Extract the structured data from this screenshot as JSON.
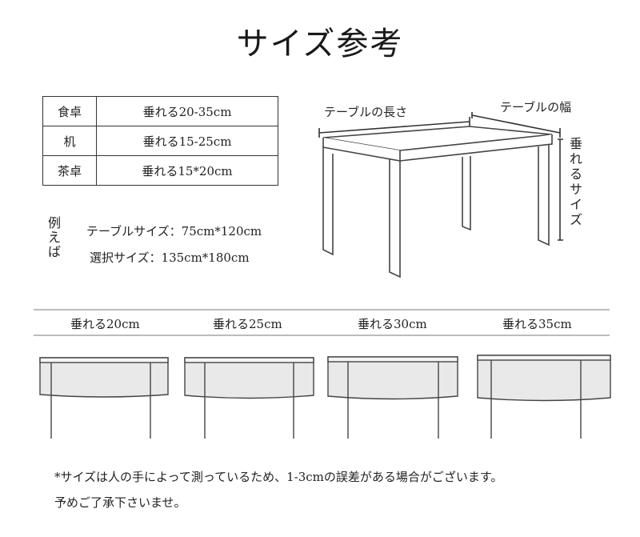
{
  "title": "サイズ参考",
  "size_table": [
    {
      "label": "食卓",
      "value": "垂れる20-35cm"
    },
    {
      "label": "机",
      "value": "垂れる15-25cm"
    },
    {
      "label": "茶卓",
      "value": "垂れる15*20cm"
    }
  ],
  "example": {
    "mark": "例えば",
    "table_size": "テーブルサイズ：75cm*120cm",
    "chosen_size": "選択サイズ：135cm*180cm"
  },
  "dimensions": {
    "length": "テーブルの長さ",
    "width": "テーブルの幅",
    "drop": "垂れるサイズ"
  },
  "drops": [
    "垂れる20cm",
    "垂れる25cm",
    "垂れる30cm",
    "垂れる35cm"
  ],
  "note": {
    "line1": "*サイズは人の手によって測っているため、1-3cmの誤差がある場合がございます。",
    "line2": "予めご了承下さいませ。"
  }
}
